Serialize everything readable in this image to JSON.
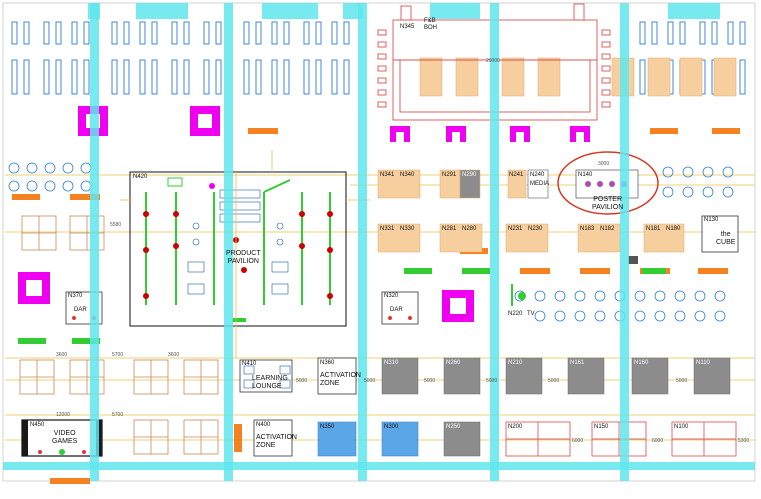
{
  "floorplan": {
    "labels": {
      "n345": "N345",
      "fnb_boh": "F&B\nBOH",
      "n341": "N341",
      "n340": "N340",
      "n291": "N291",
      "n290": "N290",
      "n241": "N241",
      "n240": "N240",
      "media": "MEDIA",
      "n140": "N140",
      "poster_pavilion": "POSTER\nPAVILION",
      "n331": "N331",
      "n330": "N330",
      "n281": "N281",
      "n280": "N280",
      "n231": "N231",
      "n230": "N230",
      "n183": "N183",
      "n182": "N182",
      "n181": "N181",
      "n180": "N180",
      "n130": "N130",
      "the_cube": "the\nCUBE",
      "n420": "N420",
      "product_pavilion": "PRODUCT\nPAVILION",
      "n370": "N370",
      "dar_left": "DAR",
      "n320": "N320",
      "dar_right": "DAR",
      "n220": "N220",
      "tv": "TV",
      "n410": "N410",
      "learning_lounge": "LEARNING\nLOUNGE",
      "n360": "N360",
      "activation_zone_a": "ACTIVATION\nZONE",
      "n310": "N310",
      "n260": "N260",
      "n210": "N210",
      "n161": "N161",
      "n160": "N160",
      "n110": "N110",
      "n450": "N450",
      "video_games": "VIDEO\nGAMES",
      "n400": "N400",
      "activation_zone_b": "ACTIVATION\nZONE",
      "n350": "N350",
      "n300": "N300",
      "n250": "N250",
      "n200": "N200",
      "n150": "N150",
      "n100": "N100"
    },
    "dimensions": {
      "d5580": "5580",
      "d3600_a": "3600",
      "d5700_a": "5700",
      "d3600_b": "3600",
      "d12000": "12000",
      "d5700_b": "5700",
      "d5000_a": "5000",
      "d5000_b": "5000",
      "d5000_c": "5000",
      "d5000_d": "5000",
      "d5000_e": "5000",
      "d5000_f": "5000",
      "d6000_a": "6000",
      "d6000_b": "6000",
      "d5300": "5300",
      "d29000": "29000",
      "d3000": "3000"
    },
    "colors": {
      "column": "#5ee6ec",
      "booth_tan": "#f7cf9f",
      "booth_grey": "#8c8c8c",
      "booth_blue": "#5aa6e6",
      "booth_red": "#e06060",
      "magenta": "#f000f0",
      "orange": "#f58220",
      "green": "#33cc33",
      "table_blue": "#2f7fd0",
      "seat_blue": "#1a5fb0",
      "highlight_red": "#d23c28"
    }
  }
}
